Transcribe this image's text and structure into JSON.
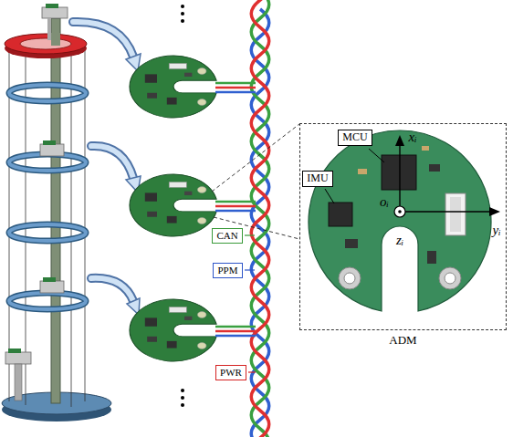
{
  "diagram": {
    "nodes": [
      {
        "text": [
          "CAN"
        ]
      },
      {
        "text": [
          "PPM"
        ]
      },
      {
        "text": [
          "PWR"
        ]
      },
      {
        "text": [
          "ADM"
        ]
      },
      {
        "text": [
          "MCU"
        ],
        "in": 3
      },
      {
        "text": [
          "IMU"
        ],
        "in": 3
      }
    ],
    "labels": [
      "xᵢ",
      "yᵢ",
      "zᵢ",
      "oᵢ"
    ]
  }
}
